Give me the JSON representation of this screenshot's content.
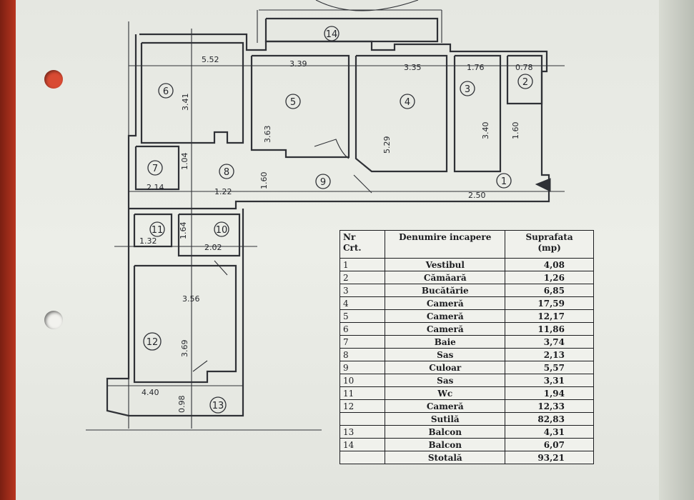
{
  "table": {
    "headers": {
      "nr": "Nr\nCrt.",
      "name": "Denumire incapere",
      "area": "Suprafata\n(mp)"
    },
    "rows": [
      {
        "nr": "1",
        "name": "Vestibul",
        "area": "4,08"
      },
      {
        "nr": "2",
        "name": "Cămăară",
        "area": "1,26"
      },
      {
        "nr": "3",
        "name": "Bucătărie",
        "area": "6,85"
      },
      {
        "nr": "4",
        "name": "Cameră",
        "area": "17,59"
      },
      {
        "nr": "5",
        "name": "Cameră",
        "area": "12,17"
      },
      {
        "nr": "6",
        "name": "Cameră",
        "area": "11,86"
      },
      {
        "nr": "7",
        "name": "Baie",
        "area": "3,74"
      },
      {
        "nr": "8",
        "name": "Sas",
        "area": "2,13"
      },
      {
        "nr": "9",
        "name": "Culoar",
        "area": "5,57"
      },
      {
        "nr": "10",
        "name": "Sas",
        "area": "3,31"
      },
      {
        "nr": "11",
        "name": "Wc",
        "area": "1,94"
      },
      {
        "nr": "12",
        "name": "Cameră",
        "area": "12,33"
      },
      {
        "nr": "",
        "name": "Sutilă",
        "area": "82,83"
      },
      {
        "nr": "13",
        "name": "Balcon",
        "area": "4,31"
      },
      {
        "nr": "14",
        "name": "Balcon",
        "area": "6,07"
      },
      {
        "nr": "",
        "name": "Stotală",
        "area": "93,21"
      }
    ]
  },
  "plan": {
    "room_labels": [
      "1",
      "2",
      "3",
      "4",
      "5",
      "6",
      "7",
      "8",
      "9",
      "10",
      "11",
      "12",
      "13",
      "14"
    ],
    "dimensions": {
      "d_552": "5.52",
      "d_339": "3.39",
      "d_335": "3.35",
      "d_176": "1.76",
      "d_078": "0.78",
      "d_341": "3.41",
      "d_363": "3.63",
      "d_529": "5.29",
      "d_340": "3.40",
      "d_160a": "1.60",
      "d_104": "1.04",
      "d_214": "2.14",
      "d_122": "1.22",
      "d_160b": "1.60",
      "d_250": "2.50",
      "d_164": "1.64",
      "d_132": "1.32",
      "d_202": "2.02",
      "d_356": "3.56",
      "d_369": "3.69",
      "d_440": "4.40",
      "d_098": "0.98"
    }
  }
}
